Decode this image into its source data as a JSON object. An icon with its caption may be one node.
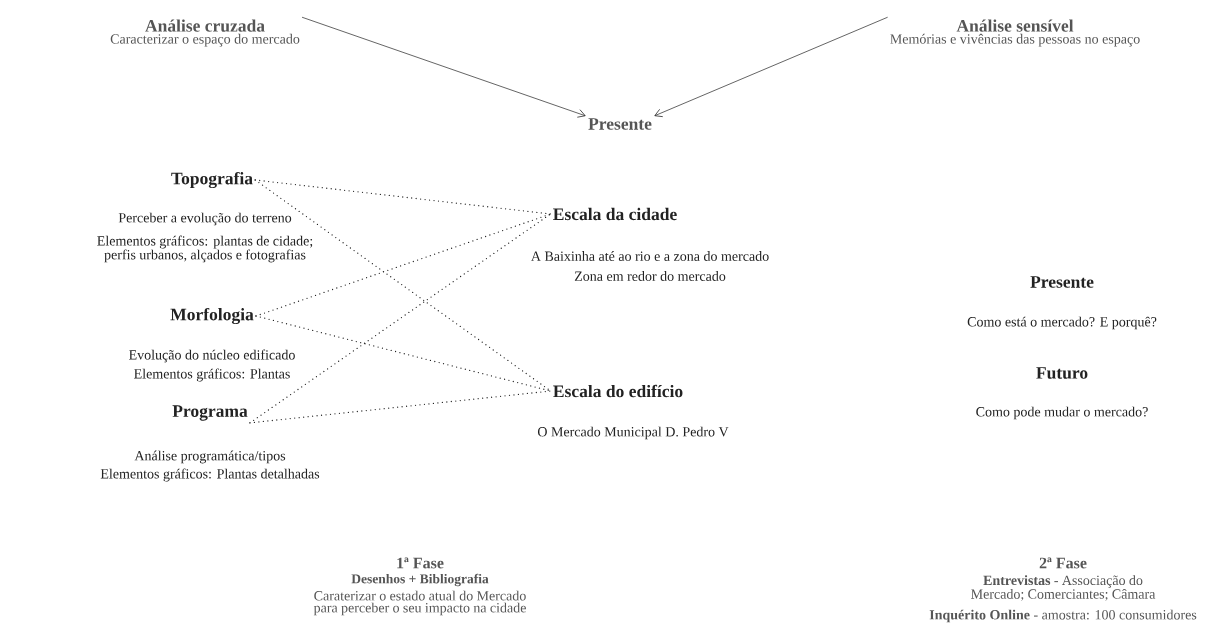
{
  "diagram": {
    "nodes": [
      {
        "text": [
          "Análise cruzada",
          "Caracterizar o espaço do mercado"
        ]
      },
      {
        "text": [
          "Análise sensível",
          "Memórias e vivências das pessoas no espaço"
        ]
      },
      {
        "text": [
          "Presente"
        ]
      },
      {
        "text": [
          "Topografia"
        ],
        "beside": [
          "Perceber a evolução do terreno",
          "Elementos gráficos: plantas de cidade; perfis urbanos, alçados e fotografias"
        ]
      },
      {
        "text": [
          "Morfologia"
        ],
        "beside": [
          "Evolução do núcleo edificado",
          "Elementos gráficos: Plantas"
        ]
      },
      {
        "text": [
          "Programa"
        ],
        "beside": [
          "Análise programática/tipos",
          "Elementos gráficos: Plantas detalhadas"
        ]
      },
      {
        "text": [
          "Escala da cidade"
        ],
        "beside": [
          "A Baixinha até ao rio e a zona do mercado",
          "Zona em redor do mercado"
        ]
      },
      {
        "text": [
          "Escala do edifício"
        ],
        "beside": [
          "O Mercado Municipal D. Pedro V"
        ]
      }
    ],
    "edges": [
      {
        "from": 0,
        "to": 2,
        "arrow": "to"
      },
      {
        "from": 1,
        "to": 2,
        "arrow": "to"
      },
      {
        "from": 3,
        "to": 6,
        "arrow": "none",
        "style": "dashed"
      },
      {
        "from": 3,
        "to": 7,
        "arrow": "none",
        "style": "dashed"
      },
      {
        "from": 4,
        "to": 6,
        "arrow": "none",
        "style": "dashed"
      },
      {
        "from": 4,
        "to": 7,
        "arrow": "none",
        "style": "dashed"
      },
      {
        "from": 5,
        "to": 6,
        "arrow": "none",
        "style": "dashed"
      },
      {
        "from": 5,
        "to": 7,
        "arrow": "none",
        "style": "dashed"
      }
    ],
    "labels": [
      "Presente",
      "Como está o mercado? E porquê?",
      "Futuro",
      "Como pode mudar o mercado?",
      "1ª Fase",
      "Desenhos + Bibliografia",
      "Caraterizar o estado atual do Mercado para perceber o seu impacto na cidade",
      "2ª Fase",
      "**Entrevistas** - Associação do Mercado; Comerciantes; Câmara",
      "**Inquérito Online** - amostra: 100 consumidores"
    ]
  }
}
